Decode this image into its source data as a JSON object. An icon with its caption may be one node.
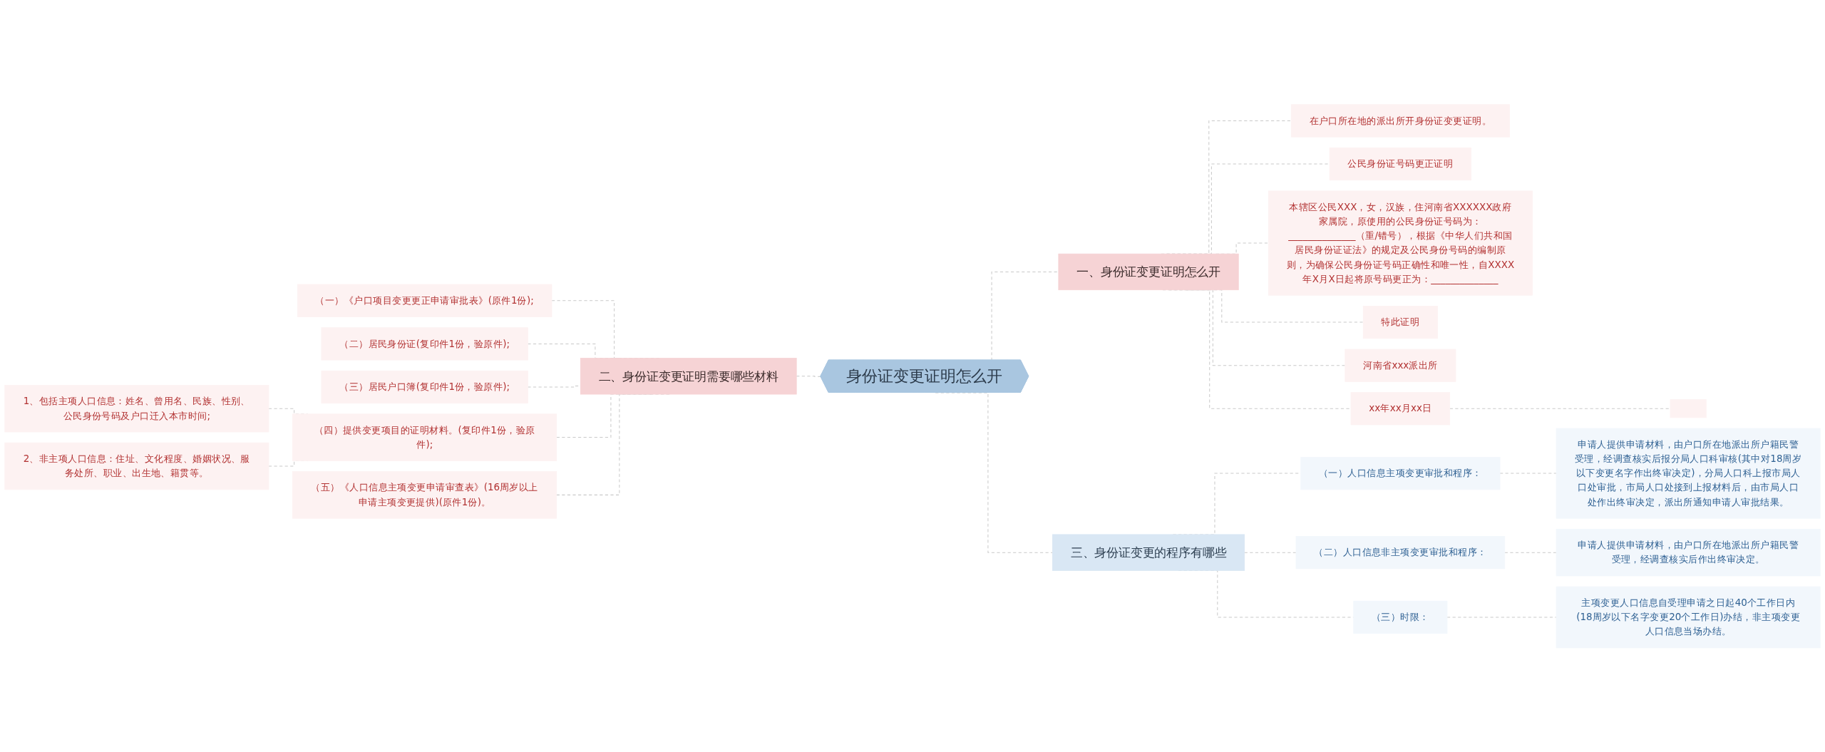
{
  "diagram": {
    "nodes": [
      {
        "text": [
          "身份证变更证明怎么开"
        ]
      },
      {
        "text": [
          "一、身份证变更证明怎么开"
        ]
      },
      {
        "text": [
          "在户口所在地的派出所开身份证变更证明。"
        ]
      },
      {
        "text": [
          "公民身份证号码更正证明"
        ]
      },
      {
        "text": [
          "本辖区公民XXX，女，汉族，住河南省XXXXXX政府家属院，原使用的公民身份证号码为：______________（重/错号），根据《中华人们共和国居民身份证证法》的规定及公民身份号码的编制原则，为确保公民身份证号码正确性和唯一性，自XXXX年X月X日起将原号码更正为：______________"
        ]
      },
      {
        "text": [
          "特此证明"
        ]
      },
      {
        "text": [
          "河南省xxx派出所"
        ]
      },
      {
        "text": [
          "xx年xx月xx日"
        ]
      },
      {
        "text": [],
        "shape": "box"
      },
      {
        "text": [
          "二、身份证变更证明需要哪些材料"
        ]
      },
      {
        "text": [
          "（一）《户口项目变更更正申请审批表》(原件1份);"
        ]
      },
      {
        "text": [
          "（二）居民身份证(复印件1份，验原件);"
        ]
      },
      {
        "text": [
          "（三）居民户口簿(复印件1份，验原件);"
        ]
      },
      {
        "text": [
          "（四）提供变更项目的证明材料。(复印件1份，验原件);"
        ]
      },
      {
        "text": [
          "1、包括主项人口信息：姓名、曾用名、民族、性别、公民身份号码及户口迁入本市时间;"
        ]
      },
      {
        "text": [
          "2、非主项人口信息：住址、文化程度、婚姻状况、服务处所、职业、出生地、籍贯等。"
        ]
      },
      {
        "text": [
          "（五）《人口信息主项变更申请审查表》(16周岁以上申请主项变更提供)(原件1份)。"
        ]
      },
      {
        "text": [
          "三、身份证变更的程序有哪些"
        ]
      },
      {
        "text": [
          "（一）人口信息主项变更审批和程序："
        ]
      },
      {
        "text": [
          "申请人提供申请材料，由户口所在地派出所户籍民警受理，经调查核实后报分局人口科审核(其中对18周岁以下变更名字作出终审决定)，分局人口科上报市局人口处审批，市局人口处接到上报材料后，由市局人口处作出终审决定，派出所通知申请人审批结果。"
        ]
      },
      {
        "text": [
          "（二）人口信息非主项变更审批和程序："
        ]
      },
      {
        "text": [
          "申请人提供申请材料，由户口所在地派出所户籍民警受理，经调查核实后作出终审决定。"
        ]
      },
      {
        "text": [
          "（三）时限："
        ]
      },
      {
        "text": [
          "主项变更人口信息自受理申请之日起40个工作日内(18周岁以下名字变更20个工作日)办结，非主项变更人口信息当场办结。"
        ]
      }
    ],
    "edges": [
      {
        "from": 0,
        "to": 1,
        "arrow": "none",
        "style": "dashed"
      },
      {
        "from": 1,
        "to": 2,
        "arrow": "none",
        "style": "dashed"
      },
      {
        "from": 1,
        "to": 3,
        "arrow": "none",
        "style": "dashed"
      },
      {
        "from": 1,
        "to": 4,
        "arrow": "none",
        "style": "dashed"
      },
      {
        "from": 1,
        "to": 5,
        "arrow": "none",
        "style": "dashed"
      },
      {
        "from": 1,
        "to": 6,
        "arrow": "none",
        "style": "dashed"
      },
      {
        "from": 1,
        "to": 7,
        "arrow": "none",
        "style": "dashed"
      },
      {
        "from": 7,
        "to": 8,
        "arrow": "none",
        "style": "dashed"
      },
      {
        "from": 0,
        "to": 9,
        "arrow": "none",
        "style": "dashed"
      },
      {
        "from": 9,
        "to": 10,
        "arrow": "none",
        "style": "dashed"
      },
      {
        "from": 9,
        "to": 11,
        "arrow": "none",
        "style": "dashed"
      },
      {
        "from": 9,
        "to": 12,
        "arrow": "none",
        "style": "dashed"
      },
      {
        "from": 9,
        "to": 13,
        "arrow": "none",
        "style": "dashed"
      },
      {
        "from": 13,
        "to": 14,
        "arrow": "none",
        "style": "dashed"
      },
      {
        "from": 13,
        "to": 15,
        "arrow": "none",
        "style": "dashed"
      },
      {
        "from": 9,
        "to": 16,
        "arrow": "none",
        "style": "dashed"
      },
      {
        "from": 0,
        "to": 17,
        "arrow": "none",
        "style": "dashed"
      },
      {
        "from": 17,
        "to": 18,
        "arrow": "none",
        "style": "dashed"
      },
      {
        "from": 18,
        "to": 19,
        "arrow": "none",
        "style": "dashed"
      },
      {
        "from": 17,
        "to": 20,
        "arrow": "none",
        "style": "dashed"
      },
      {
        "from": 20,
        "to": 21,
        "arrow": "none",
        "style": "dashed"
      },
      {
        "from": 17,
        "to": 22,
        "arrow": "none",
        "style": "dashed"
      },
      {
        "from": 22,
        "to": 23,
        "arrow": "none",
        "style": "dashed"
      }
    ]
  }
}
